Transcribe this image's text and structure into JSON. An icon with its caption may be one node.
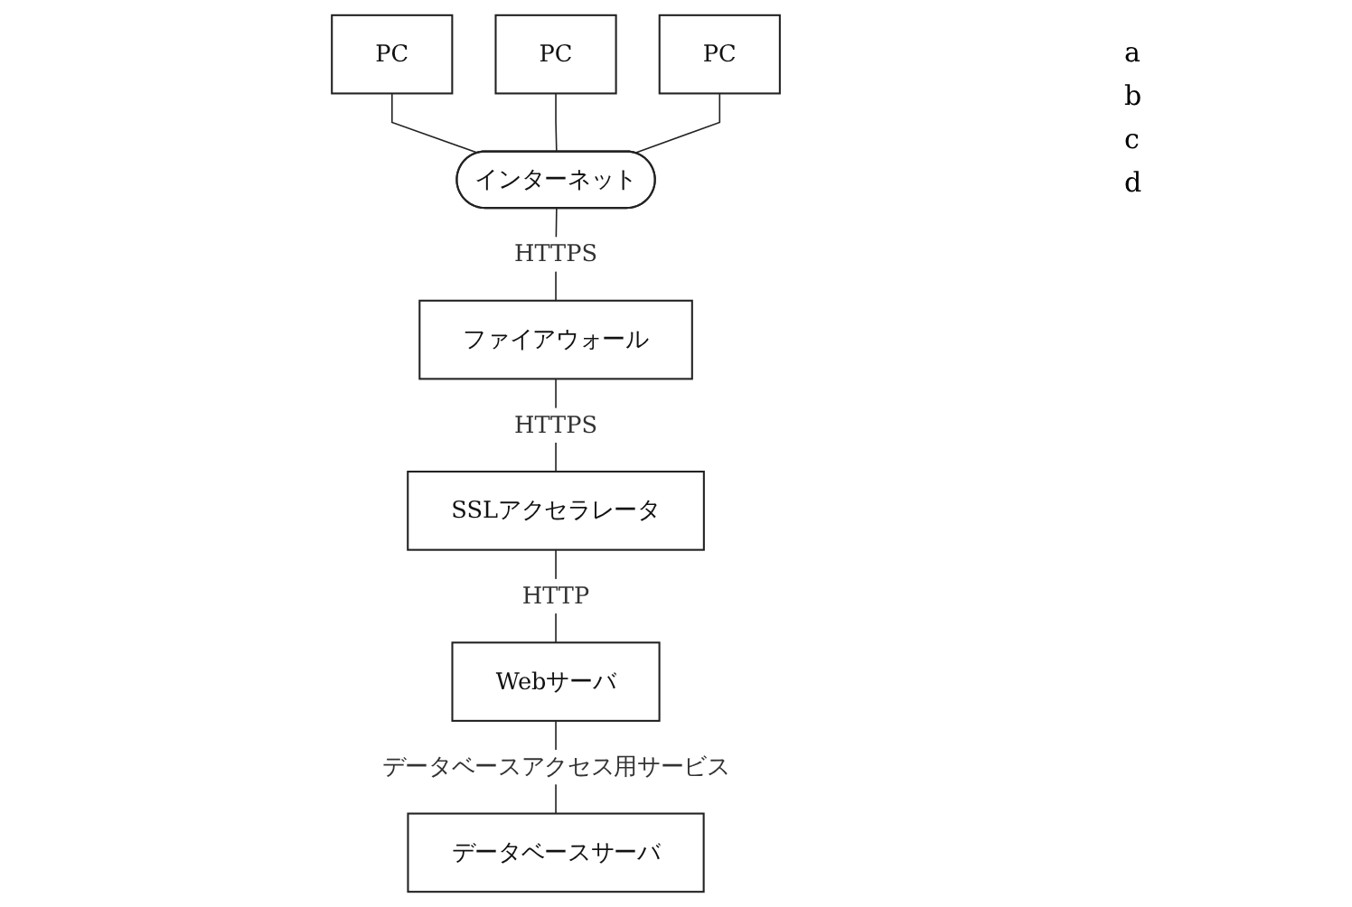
{
  "diagram": {
    "nodes": [
      {
        "text": [
          "PC"
        ]
      },
      {
        "text": [
          "PC"
        ]
      },
      {
        "text": [
          "PC"
        ]
      },
      {
        "text": [
          "インターネット"
        ]
      },
      {
        "text": [
          "ファイアウォール"
        ]
      },
      {
        "text": [
          "SSLアクセラレータ"
        ]
      },
      {
        "text": [
          "Webサーバ"
        ]
      },
      {
        "text": [
          "データベースサーバ"
        ]
      }
    ],
    "edges": [
      {
        "from": 0,
        "to": 3,
        "arrow": "none"
      },
      {
        "from": 1,
        "to": 3,
        "arrow": "none"
      },
      {
        "from": 2,
        "to": 3,
        "arrow": "none"
      },
      {
        "from": 3,
        "to": 4,
        "arrow": "none",
        "label": "HTTPS"
      },
      {
        "from": 4,
        "to": 5,
        "arrow": "none",
        "label": "HTTPS"
      },
      {
        "from": 5,
        "to": 6,
        "arrow": "none",
        "label": "HTTP"
      },
      {
        "from": 6,
        "to": 7,
        "arrow": "none",
        "label": "データベースアクセス用サービス"
      }
    ],
    "labels": [
      "a",
      "b",
      "c",
      "d"
    ]
  }
}
